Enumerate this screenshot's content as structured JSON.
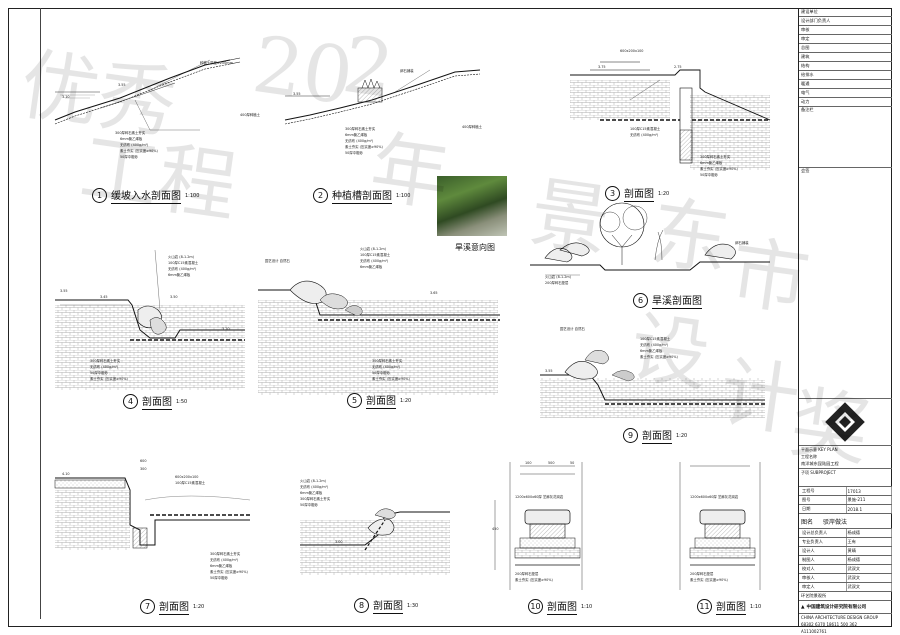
{
  "watermark": [
    "优秀",
    "工程",
    "20",
    "年",
    "景",
    "东",
    "市",
    "设",
    "计",
    "奖",
    "2"
  ],
  "sections": [
    {
      "num": "1",
      "title": "缓坡入水剖面图",
      "scale": "1:100"
    },
    {
      "num": "2",
      "title": "种植槽剖面图",
      "scale": "1:100"
    },
    {
      "num": "3",
      "title": "剖面图",
      "scale": "1:20"
    },
    {
      "num": "4",
      "title": "剖面图",
      "scale": "1:50"
    },
    {
      "num": "5",
      "title": "剖面图",
      "scale": "1:20"
    },
    {
      "num": "6",
      "title": "旱溪剖面图",
      "scale": ""
    },
    {
      "num": "7",
      "title": "剖面图",
      "scale": "1:20"
    },
    {
      "num": "8",
      "title": "剖面图",
      "scale": "1:30"
    },
    {
      "num": "9",
      "title": "剖面图",
      "scale": "1:20"
    },
    {
      "num": "10",
      "title": "剖面图",
      "scale": "1:10"
    },
    {
      "num": "11",
      "title": "剖面图",
      "scale": "1:10"
    }
  ],
  "photo_caption": "旱溪意向图",
  "levels": [
    "3.55",
    "3.10",
    "3.45",
    "3.65",
    "3.75",
    "2.75",
    "3.50",
    "3.20",
    "3.00",
    "4.10"
  ],
  "notes": [
    "300厚碎石素土夯实",
    "100厚C15素混凝土",
    "6mm聚乙烯板",
    "无纺布 (400g/m²)",
    "50厚中粗砂",
    "素土夯实 (压实度≥90%)",
    "种植土厚度≥200mm",
    "400厚种植土",
    "卵石铺装",
    "200厚碎石垫层",
    "1200x600x60厚 芝麻灰花岗岩",
    "600x200x100",
    "火山岩 (8-1.2m)",
    "园艺设计 自然石"
  ],
  "dims": [
    "100",
    "500",
    "50",
    "450",
    "600",
    "300"
  ],
  "title_block": {
    "top_rows": [
      "建设单位",
      "设计部门负责人",
      "审核",
      "审定"
    ],
    "disciplines": [
      "总图",
      "建筑",
      "结构",
      "给排水",
      "暖通",
      "电气",
      "动力"
    ],
    "note_head": "备注栏",
    "signature_head": "会签",
    "key_plan_cn": "平面示意",
    "key_plan_en": "KEY PLAN",
    "project_label": "工程名称",
    "project_name": "南洋城东昆陆园工程",
    "sub_label": "子项",
    "subproject": "SUBPROJECT",
    "project_no_label": "工程号",
    "project_no": "17013",
    "drawing_no_label": "图号",
    "drawing_no": "景施-211",
    "date_label": "日期",
    "date": "2018.1",
    "title_label": "图名",
    "title": "驳岸做法",
    "roles": [
      "设计总负责人",
      "专业负责人",
      "设计人",
      "制图人",
      "校对人",
      "审核人",
      "审定人"
    ],
    "role_names": [
      "杨成德",
      "王有",
      "黄晴",
      "杨成德",
      "武双文",
      "武双文",
      "武双文"
    ],
    "design_dept": "环艺院景观所",
    "firm_cn": "中国建筑设计研究院有限公司",
    "firm_en": "CHINA ARCHITECTURE DESIGN GROUP",
    "cert": "A111002761",
    "tel": "68302 6370  18611 500 362"
  }
}
